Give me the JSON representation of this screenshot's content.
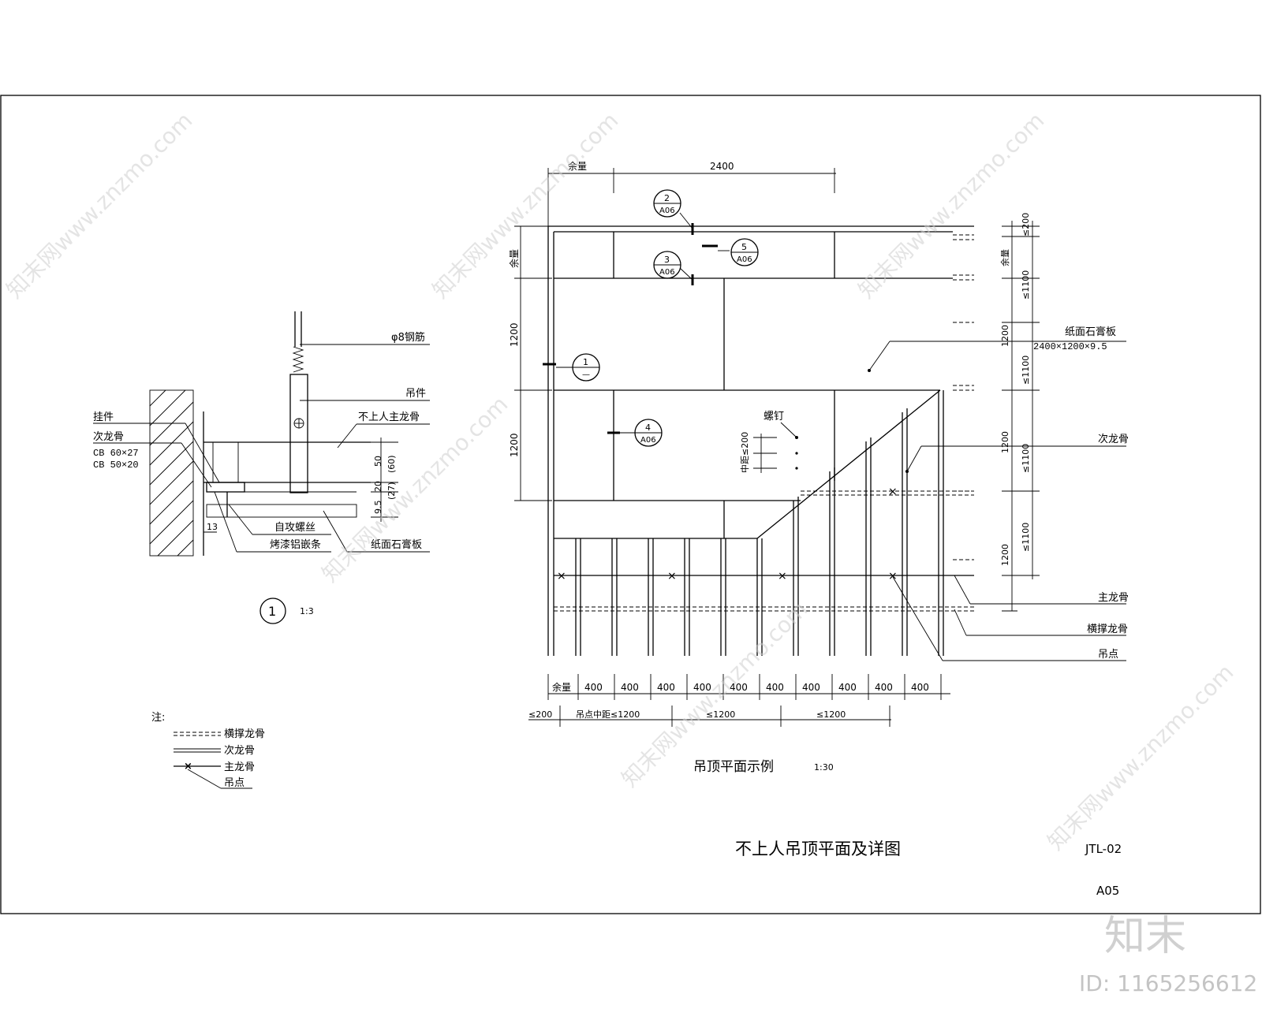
{
  "title": "不上人吊顶平面及详图",
  "drawing_no": "JTL-02",
  "sheet_no": "A05",
  "detail": {
    "callout_number": "1",
    "scale": "1:3",
    "labels": {
      "steel_bar": "φ8钢筋",
      "hanger": "吊件",
      "main_keel": "不上人主龙骨",
      "hook": "挂件",
      "secondary_keel": "次龙骨",
      "cb_1": "CB 60×27",
      "cb_2": "CB 50×20",
      "tapping_screw": "自攻螺丝",
      "aluminum_strip": "烤漆铝嵌条",
      "gypsum_board": "纸面石膏板"
    },
    "dims": {
      "d50": "50",
      "d60": "(60)",
      "d20": "20",
      "d27": "(27)",
      "d95": "9.5",
      "d13": "13"
    }
  },
  "legend": {
    "heading": "注:",
    "items": [
      {
        "symbol": "======",
        "label": "横撑龙骨"
      },
      {
        "symbol": "",
        "label": "次龙骨"
      },
      {
        "symbol": "",
        "label": "主龙骨"
      },
      {
        "symbol": "",
        "label": "吊点"
      }
    ]
  },
  "plan": {
    "caption": "吊顶平面示例",
    "scale": "1:30",
    "top_dims": [
      "余量",
      "2400"
    ],
    "left_dims": [
      "余量",
      "1200",
      "1200"
    ],
    "right_dims": [
      "≤200",
      "余量",
      "≤1100",
      "1200",
      "≤1100",
      "1200",
      "≤1100",
      "1200",
      "≤1100"
    ],
    "bottom_dims": [
      "余量",
      "400",
      "400",
      "400",
      "400",
      "400",
      "400",
      "400",
      "400",
      "400",
      "400"
    ],
    "bottom_dims2": [
      "≤200",
      "吊点中距≤1200",
      "≤1200",
      "≤1200"
    ],
    "screw": {
      "label": "螺钉",
      "spacing": "中距≤200"
    },
    "callouts": [
      {
        "num": "2",
        "sheet": "A06"
      },
      {
        "num": "3",
        "sheet": "A06"
      },
      {
        "num": "5",
        "sheet": "A06"
      },
      {
        "num": "1",
        "sheet": "—"
      },
      {
        "num": "4",
        "sheet": "A06"
      }
    ],
    "labels": {
      "gypsum": "纸面石膏板",
      "gypsum_size": "2400×1200×9.5",
      "secondary_keel": "次龙骨",
      "main_keel": "主龙骨",
      "cross_keel": "横撑龙骨",
      "hanging_point": "吊点"
    }
  },
  "watermark": {
    "brand": "知末",
    "id": "ID: 1165256612",
    "text": "知末网www.znzmo.com"
  }
}
